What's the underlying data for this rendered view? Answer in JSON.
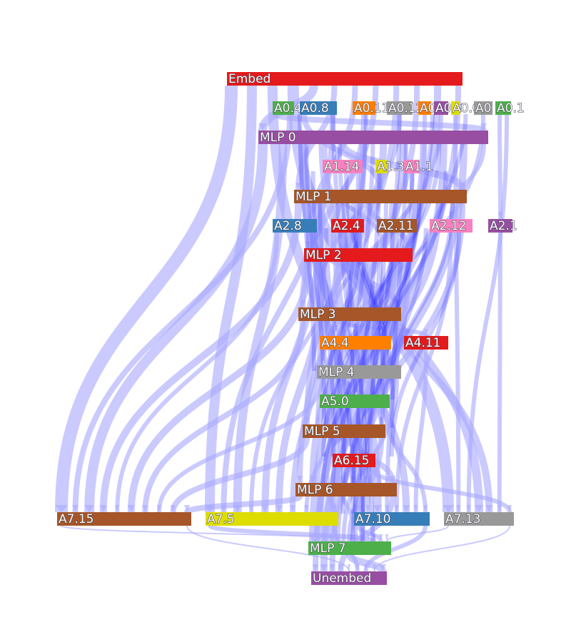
{
  "title": "",
  "nodes": [
    {
      "id": "embed",
      "label": "Embed",
      "color": "#e41a1c"
    },
    {
      "id": "a0_4",
      "label": "A0.4",
      "color": "#4daf4a"
    },
    {
      "id": "a0_8",
      "label": "A0.8",
      "color": "#377eb8"
    },
    {
      "id": "a0_11",
      "label": "A0.11",
      "color": "#ff7f00"
    },
    {
      "id": "a0_12",
      "label": "A0.12",
      "color": "#999999"
    },
    {
      "id": "a0_2",
      "label": "A0.2",
      "color": "#ff7f00"
    },
    {
      "id": "a0_6",
      "label": "A0.6",
      "color": "#984ea3"
    },
    {
      "id": "a0_0",
      "label": "A0.0",
      "color": "#dddd00"
    },
    {
      "id": "a0_x",
      "label": "A0",
      "color": "#999999"
    },
    {
      "id": "a0_1",
      "label": "A0.1",
      "color": "#4daf4a"
    },
    {
      "id": "mlp0",
      "label": "MLP 0",
      "color": "#984ea3"
    },
    {
      "id": "a1_14",
      "label": "A1.14",
      "color": "#f781bf"
    },
    {
      "id": "a1_3",
      "label": "A1.3",
      "color": "#dddd00"
    },
    {
      "id": "a1_1",
      "label": "A1.1",
      "color": "#f781bf"
    },
    {
      "id": "mlp1",
      "label": "MLP 1",
      "color": "#a65628"
    },
    {
      "id": "a2_8",
      "label": "A2.8",
      "color": "#377eb8"
    },
    {
      "id": "a2_4",
      "label": "A2.4",
      "color": "#e41a1c"
    },
    {
      "id": "a2_11",
      "label": "A2.11",
      "color": "#a65628"
    },
    {
      "id": "a2_12",
      "label": "A2.12",
      "color": "#f781bf"
    },
    {
      "id": "a2_1",
      "label": "A2.1",
      "color": "#984ea3"
    },
    {
      "id": "mlp2",
      "label": "MLP 2",
      "color": "#e41a1c"
    },
    {
      "id": "mlp3",
      "label": "MLP 3",
      "color": "#a65628"
    },
    {
      "id": "a4_4",
      "label": "A4.4",
      "color": "#ff7f00"
    },
    {
      "id": "a4_11",
      "label": "A4.11",
      "color": "#e41a1c"
    },
    {
      "id": "mlp4",
      "label": "MLP 4",
      "color": "#999999"
    },
    {
      "id": "a5_0",
      "label": "A5.0",
      "color": "#4daf4a"
    },
    {
      "id": "mlp5",
      "label": "MLP 5",
      "color": "#a65628"
    },
    {
      "id": "a6_15",
      "label": "A6.15",
      "color": "#e41a1c"
    },
    {
      "id": "mlp6",
      "label": "MLP 6",
      "color": "#a65628"
    },
    {
      "id": "a7_15",
      "label": "A7.15",
      "color": "#a65628"
    },
    {
      "id": "a7_5",
      "label": "A7.5",
      "color": "#dddd00"
    },
    {
      "id": "a7_10",
      "label": "A7.10",
      "color": "#377eb8"
    },
    {
      "id": "a7_13",
      "label": "A7.13",
      "color": "#999999"
    },
    {
      "id": "mlp7",
      "label": "MLP 7",
      "color": "#4daf4a"
    },
    {
      "id": "unembed",
      "label": "Unembed",
      "color": "#984ea3"
    }
  ],
  "links": [
    {
      "source": "embed",
      "target": "a7_15",
      "weight": 18
    },
    {
      "source": "embed",
      "target": "a7_5",
      "weight": 14
    },
    {
      "source": "embed",
      "target": "a7_10",
      "weight": 14
    },
    {
      "source": "embed",
      "target": "a7_13",
      "weight": 16
    },
    {
      "source": "embed",
      "target": "mlp0",
      "weight": 12
    },
    {
      "source": "embed",
      "target": "mlp1",
      "weight": 8
    },
    {
      "source": "embed",
      "target": "mlp2",
      "weight": 8
    },
    {
      "source": "embed",
      "target": "mlp3",
      "weight": 8
    },
    {
      "source": "embed",
      "target": "mlp5",
      "weight": 8
    },
    {
      "source": "embed",
      "target": "mlp6",
      "weight": 8
    },
    {
      "source": "embed",
      "target": "mlp7",
      "weight": 10
    },
    {
      "source": "embed",
      "target": "unembed",
      "weight": 8
    },
    {
      "source": "a0_4",
      "target": "mlp0",
      "weight": 8
    },
    {
      "source": "a0_4",
      "target": "a7_15",
      "weight": 8
    },
    {
      "source": "a0_8",
      "target": "mlp1",
      "weight": 8
    },
    {
      "source": "a0_8",
      "target": "a7_5",
      "weight": 8
    },
    {
      "source": "a0_11",
      "target": "mlp2",
      "weight": 8
    },
    {
      "source": "a0_12",
      "target": "mlp3",
      "weight": 6
    },
    {
      "source": "a0_2",
      "target": "a7_10",
      "weight": 6
    },
    {
      "source": "a0_6",
      "target": "mlp4",
      "weight": 6
    },
    {
      "source": "a0_0",
      "target": "a7_13",
      "weight": 6
    },
    {
      "source": "a0_x",
      "target": "mlp5",
      "weight": 6
    },
    {
      "source": "a0_1",
      "target": "a2_1",
      "weight": 6
    },
    {
      "source": "a0_1",
      "target": "a7_13",
      "weight": 6
    },
    {
      "source": "mlp0",
      "target": "a7_15",
      "weight": 14
    },
    {
      "source": "mlp0",
      "target": "a7_5",
      "weight": 12
    },
    {
      "source": "mlp0",
      "target": "a7_10",
      "weight": 12
    },
    {
      "source": "mlp0",
      "target": "a7_13",
      "weight": 12
    },
    {
      "source": "mlp0",
      "target": "mlp1",
      "weight": 10
    },
    {
      "source": "mlp0",
      "target": "mlp2",
      "weight": 10
    },
    {
      "source": "mlp0",
      "target": "mlp3",
      "weight": 10
    },
    {
      "source": "mlp0",
      "target": "mlp5",
      "weight": 10
    },
    {
      "source": "mlp0",
      "target": "mlp6",
      "weight": 10
    },
    {
      "source": "mlp0",
      "target": "mlp7",
      "weight": 10
    },
    {
      "source": "mlp0",
      "target": "unembed",
      "weight": 10
    },
    {
      "source": "mlp0",
      "target": "a2_12",
      "weight": 6
    },
    {
      "source": "a1_14",
      "target": "mlp2",
      "weight": 6
    },
    {
      "source": "a1_14",
      "target": "a7_5",
      "weight": 6
    },
    {
      "source": "a1_3",
      "target": "mlp3",
      "weight": 6
    },
    {
      "source": "a1_1",
      "target": "a7_10",
      "weight": 6
    },
    {
      "source": "mlp1",
      "target": "a7_15",
      "weight": 10
    },
    {
      "source": "mlp1",
      "target": "a7_5",
      "weight": 10
    },
    {
      "source": "mlp1",
      "target": "a7_13",
      "weight": 10
    },
    {
      "source": "mlp1",
      "target": "mlp2",
      "weight": 8
    },
    {
      "source": "mlp1",
      "target": "mlp3",
      "weight": 8
    },
    {
      "source": "mlp1",
      "target": "mlp5",
      "weight": 8
    },
    {
      "source": "mlp1",
      "target": "mlp6",
      "weight": 8
    },
    {
      "source": "mlp1",
      "target": "mlp7",
      "weight": 8
    },
    {
      "source": "a2_8",
      "target": "a7_15",
      "weight": 6
    },
    {
      "source": "a2_8",
      "target": "mlp3",
      "weight": 6
    },
    {
      "source": "a2_4",
      "target": "mlp4",
      "weight": 6
    },
    {
      "source": "a2_11",
      "target": "mlp5",
      "weight": 6
    },
    {
      "source": "a2_12",
      "target": "a7_10",
      "weight": 6
    },
    {
      "source": "a2_1",
      "target": "a7_13",
      "weight": 6
    },
    {
      "source": "mlp2",
      "target": "a7_15",
      "weight": 10
    },
    {
      "source": "mlp2",
      "target": "a7_5",
      "weight": 10
    },
    {
      "source": "mlp2",
      "target": "a7_10",
      "weight": 10
    },
    {
      "source": "mlp2",
      "target": "mlp3",
      "weight": 8
    },
    {
      "source": "mlp2",
      "target": "mlp5",
      "weight": 8
    },
    {
      "source": "mlp2",
      "target": "mlp6",
      "weight": 8
    },
    {
      "source": "mlp2",
      "target": "mlp7",
      "weight": 8
    },
    {
      "source": "mlp2",
      "target": "unembed",
      "weight": 8
    },
    {
      "source": "mlp3",
      "target": "a7_15",
      "weight": 8
    },
    {
      "source": "mlp3",
      "target": "a7_5",
      "weight": 8
    },
    {
      "source": "mlp3",
      "target": "a4_11",
      "weight": 6
    },
    {
      "source": "mlp3",
      "target": "mlp5",
      "weight": 8
    },
    {
      "source": "mlp3",
      "target": "mlp6",
      "weight": 8
    },
    {
      "source": "mlp3",
      "target": "mlp7",
      "weight": 8
    },
    {
      "source": "a4_4",
      "target": "mlp5",
      "weight": 6
    },
    {
      "source": "a4_4",
      "target": "a7_5",
      "weight": 6
    },
    {
      "source": "a4_11",
      "target": "a7_10",
      "weight": 6
    },
    {
      "source": "mlp4",
      "target": "a7_15",
      "weight": 6
    },
    {
      "source": "mlp4",
      "target": "mlp6",
      "weight": 6
    },
    {
      "source": "mlp4",
      "target": "mlp7",
      "weight": 6
    },
    {
      "source": "a5_0",
      "target": "mlp6",
      "weight": 6
    },
    {
      "source": "a5_0",
      "target": "a7_10",
      "weight": 6
    },
    {
      "source": "mlp5",
      "target": "a7_15",
      "weight": 8
    },
    {
      "source": "mlp5",
      "target": "a7_5",
      "weight": 8
    },
    {
      "source": "mlp5",
      "target": "mlp6",
      "weight": 8
    },
    {
      "source": "mlp5",
      "target": "mlp7",
      "weight": 8
    },
    {
      "source": "a6_15",
      "target": "mlp7",
      "weight": 6
    },
    {
      "source": "a6_15",
      "target": "a7_13",
      "weight": 6
    },
    {
      "source": "mlp6",
      "target": "a7_15",
      "weight": 8
    },
    {
      "source": "mlp6",
      "target": "a7_5",
      "weight": 8
    },
    {
      "source": "mlp6",
      "target": "mlp7",
      "weight": 8
    },
    {
      "source": "mlp6",
      "target": "unembed",
      "weight": 8
    },
    {
      "source": "a7_15",
      "target": "mlp7",
      "weight": 2
    },
    {
      "source": "a7_15",
      "target": "unembed",
      "weight": 2
    },
    {
      "source": "a7_5",
      "target": "mlp7",
      "weight": 6
    },
    {
      "source": "a7_5",
      "target": "unembed",
      "weight": 6
    },
    {
      "source": "a7_10",
      "target": "mlp7",
      "weight": 6
    },
    {
      "source": "a7_10",
      "target": "unembed",
      "weight": 6
    },
    {
      "source": "a7_13",
      "target": "mlp7",
      "weight": 2
    },
    {
      "source": "a7_13",
      "target": "unembed",
      "weight": 2
    },
    {
      "source": "mlp7",
      "target": "unembed",
      "weight": 10
    }
  ],
  "link_colors": {
    "light": "#aaaaff",
    "dense": "#1010ff"
  }
}
